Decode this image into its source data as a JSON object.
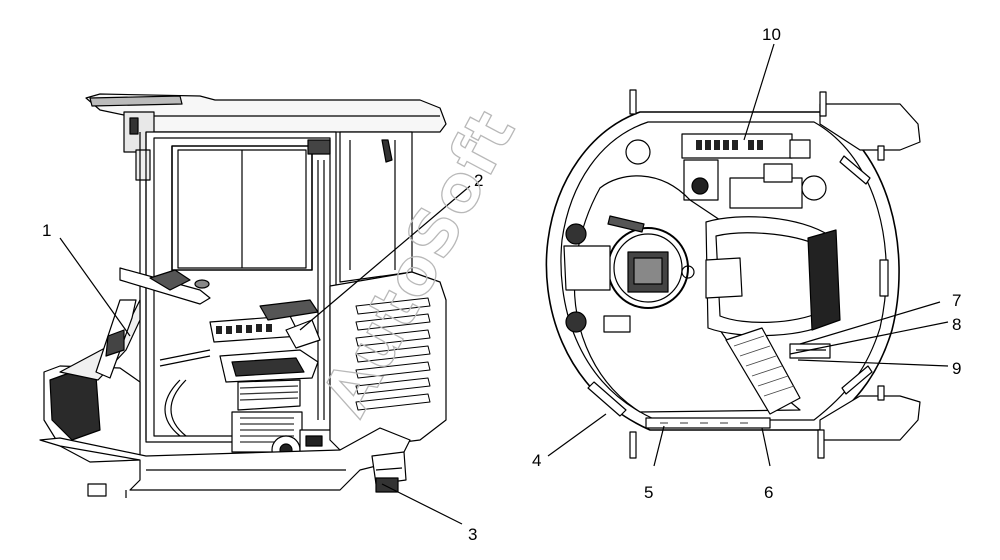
{
  "figure": {
    "left_view": "cab-side-view",
    "right_view": "cab-top-view"
  },
  "callouts": [
    {
      "id": "1",
      "text": "1"
    },
    {
      "id": "2",
      "text": "2"
    },
    {
      "id": "3",
      "text": "3"
    },
    {
      "id": "4",
      "text": "4"
    },
    {
      "id": "5",
      "text": "5"
    },
    {
      "id": "6",
      "text": "6"
    },
    {
      "id": "7",
      "text": "7"
    },
    {
      "id": "8",
      "text": "8"
    },
    {
      "id": "9",
      "text": "9"
    },
    {
      "id": "10",
      "text": "10"
    }
  ],
  "watermark": "AutoSoft",
  "colors": {
    "line": "#000000",
    "fill_light": "#f2f2f2",
    "fill_dark": "#1a1a1a",
    "watermark": "#b8b8b8"
  }
}
